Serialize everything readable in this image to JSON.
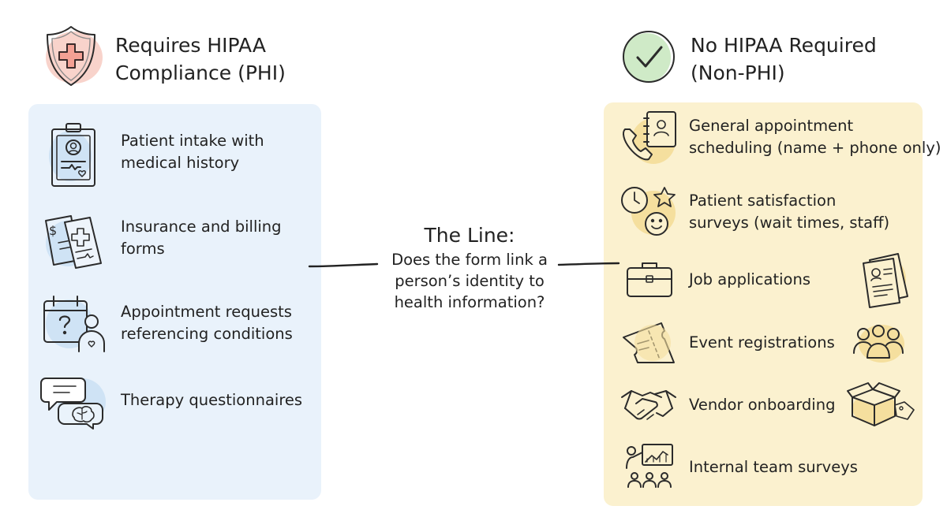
{
  "phi": {
    "title_lines": [
      "Requires HIPAA",
      "Compliance (PHI)"
    ],
    "title_icon": "shield-medical-icon",
    "accent": "#f6c8bf",
    "panel_color": "#e9f2fb",
    "items": [
      {
        "icon": "clipboard-patient-icon",
        "lines": [
          "Patient intake with",
          "medical history"
        ]
      },
      {
        "icon": "insurance-billing-documents-icon",
        "lines": [
          "Insurance and billing",
          "forms"
        ]
      },
      {
        "icon": "calendar-question-person-icon",
        "lines": [
          "Appointment requests",
          "referencing conditions"
        ]
      },
      {
        "icon": "speech-bubble-brain-icon",
        "lines": [
          "Therapy questionnaires"
        ]
      }
    ]
  },
  "non_phi": {
    "title_lines": [
      "No HIPAA Required",
      "(Non-PHI)"
    ],
    "title_icon": "checkmark-circle-icon",
    "accent": "#cde9c4",
    "panel_color": "#fbf1cf",
    "items": [
      {
        "icon": "phone-address-book-icon",
        "lines": [
          "General appointment",
          "scheduling (name + phone only)"
        ]
      },
      {
        "icon": "clock-star-smiley-icon",
        "lines": [
          "Patient satisfaction",
          "surveys (wait times, staff)"
        ]
      },
      {
        "icon": "briefcase-icon",
        "secondary_icon": "resume-documents-icon",
        "lines": [
          "Job applications"
        ]
      },
      {
        "icon": "ticket-icon",
        "secondary_icon": "group-people-icon",
        "lines": [
          "Event registrations"
        ]
      },
      {
        "icon": "handshake-icon",
        "secondary_icon": "package-tag-icon",
        "lines": [
          "Vendor onboarding"
        ]
      },
      {
        "icon": "presentation-team-icon",
        "lines": [
          "Internal team surveys"
        ]
      }
    ]
  },
  "center": {
    "headline": "The Line:",
    "question_lines": [
      "Does the form link a",
      "person’s identity to",
      "health information?"
    ]
  }
}
